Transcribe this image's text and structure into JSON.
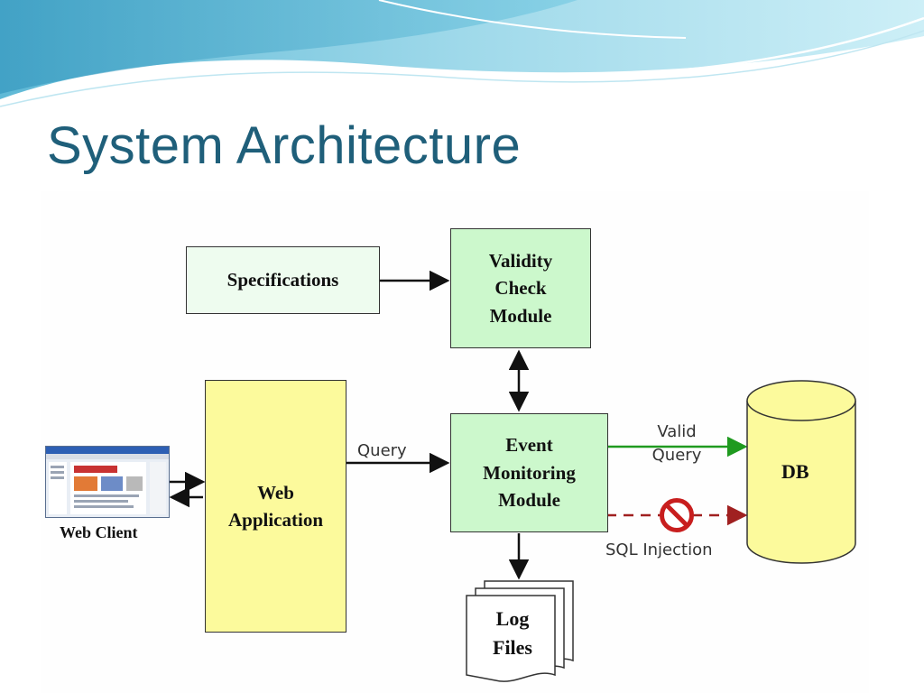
{
  "slide": {
    "title": "System Architecture"
  },
  "diagram": {
    "nodes": {
      "specifications": "Specifications",
      "validity_check": "Validity\nCheck\nModule",
      "event_monitoring": "Event\nMonitoring\nModule",
      "web_application": "Web\nApplication",
      "web_client": "Web Client",
      "db": "DB",
      "log_files": "Log\nFiles"
    },
    "edges": {
      "query": "Query",
      "valid_query": "Valid\nQuery",
      "sql_injection": "SQL Injection"
    }
  },
  "colors": {
    "title": "#1f5f7a",
    "module_fill": "#ccf8cc",
    "yellow_fill": "#fcfa9c",
    "valid_arrow": "#1f9a1f",
    "blocked_arrow": "#a02020"
  },
  "icons": [
    "wave-header",
    "web-browser-screenshot",
    "no-entry-icon",
    "database-cylinder",
    "document-stack"
  ]
}
